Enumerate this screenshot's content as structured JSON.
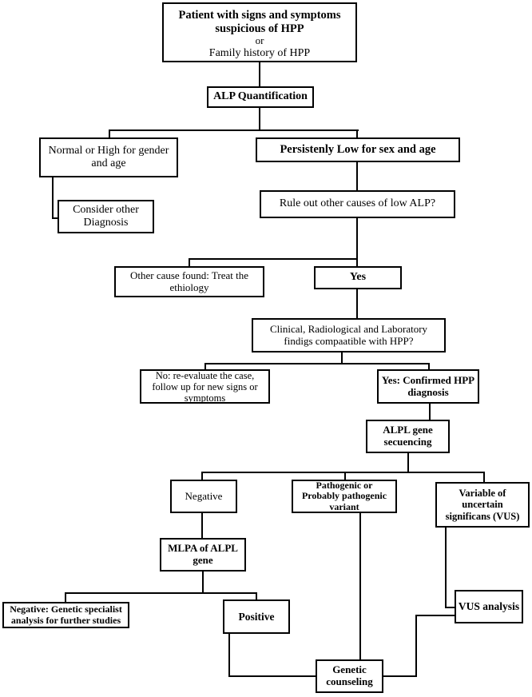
{
  "colors": {
    "line": "#000000",
    "background": "#ffffff",
    "text": "#000000"
  },
  "nodes": {
    "patient_title": "Patient with signs and symptoms\nsuspicious of HPP",
    "patient_or": "or",
    "patient_subtitle": "Family history of HPP",
    "alp": "ALP Quantification",
    "normal": "Normal or High for gender\nand age",
    "low": "Persistenly Low for sex and age",
    "consider": "Consider other\nDiagnosis",
    "ruleout": "Rule out other causes of low ALP?",
    "other_cause": "Other cause found: Treat the\nethiology",
    "yes": "Yes",
    "clinical": "Clinical, Radiological and Laboratory\nfindigs compaatible with HPP?",
    "no_reevaluate": "No: re-evaluate the case,\nfollow up for new signs or\nsymptoms",
    "confirmed": "Yes: Confirmed HPP\ndiagnosis",
    "alpl_sequencing": "ALPL gene\nsecuencing",
    "negative": "Negative",
    "pathogenic": "Pathogenic or\nProbably pathogenic\nvariant",
    "vus": "Variable of\nuncertain\nsignificans (VUS)",
    "mlpa": "MLPA of ALPL\ngene",
    "negative_genetic": "Negative: Genetic specialist\nanalysis for further studies",
    "positive": "Positive",
    "vus_analysis": "VUS analysis",
    "genetic_counseling": "Genetic\ncounseling"
  }
}
